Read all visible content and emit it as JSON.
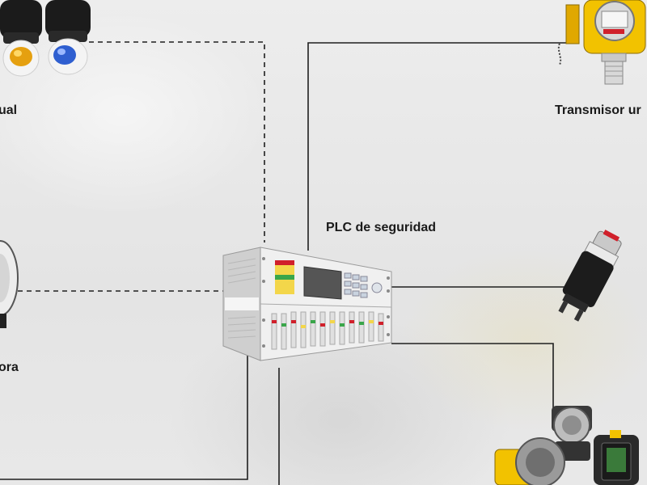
{
  "labels": {
    "plc": "PLC de seguridad",
    "transmitter": "Transmisor ur",
    "visual": "ual",
    "sounder": "ora"
  },
  "colors": {
    "line": "#1f1f1f",
    "honeywell_yellow": "#f2c200",
    "honeywell_red": "#d0202b"
  }
}
